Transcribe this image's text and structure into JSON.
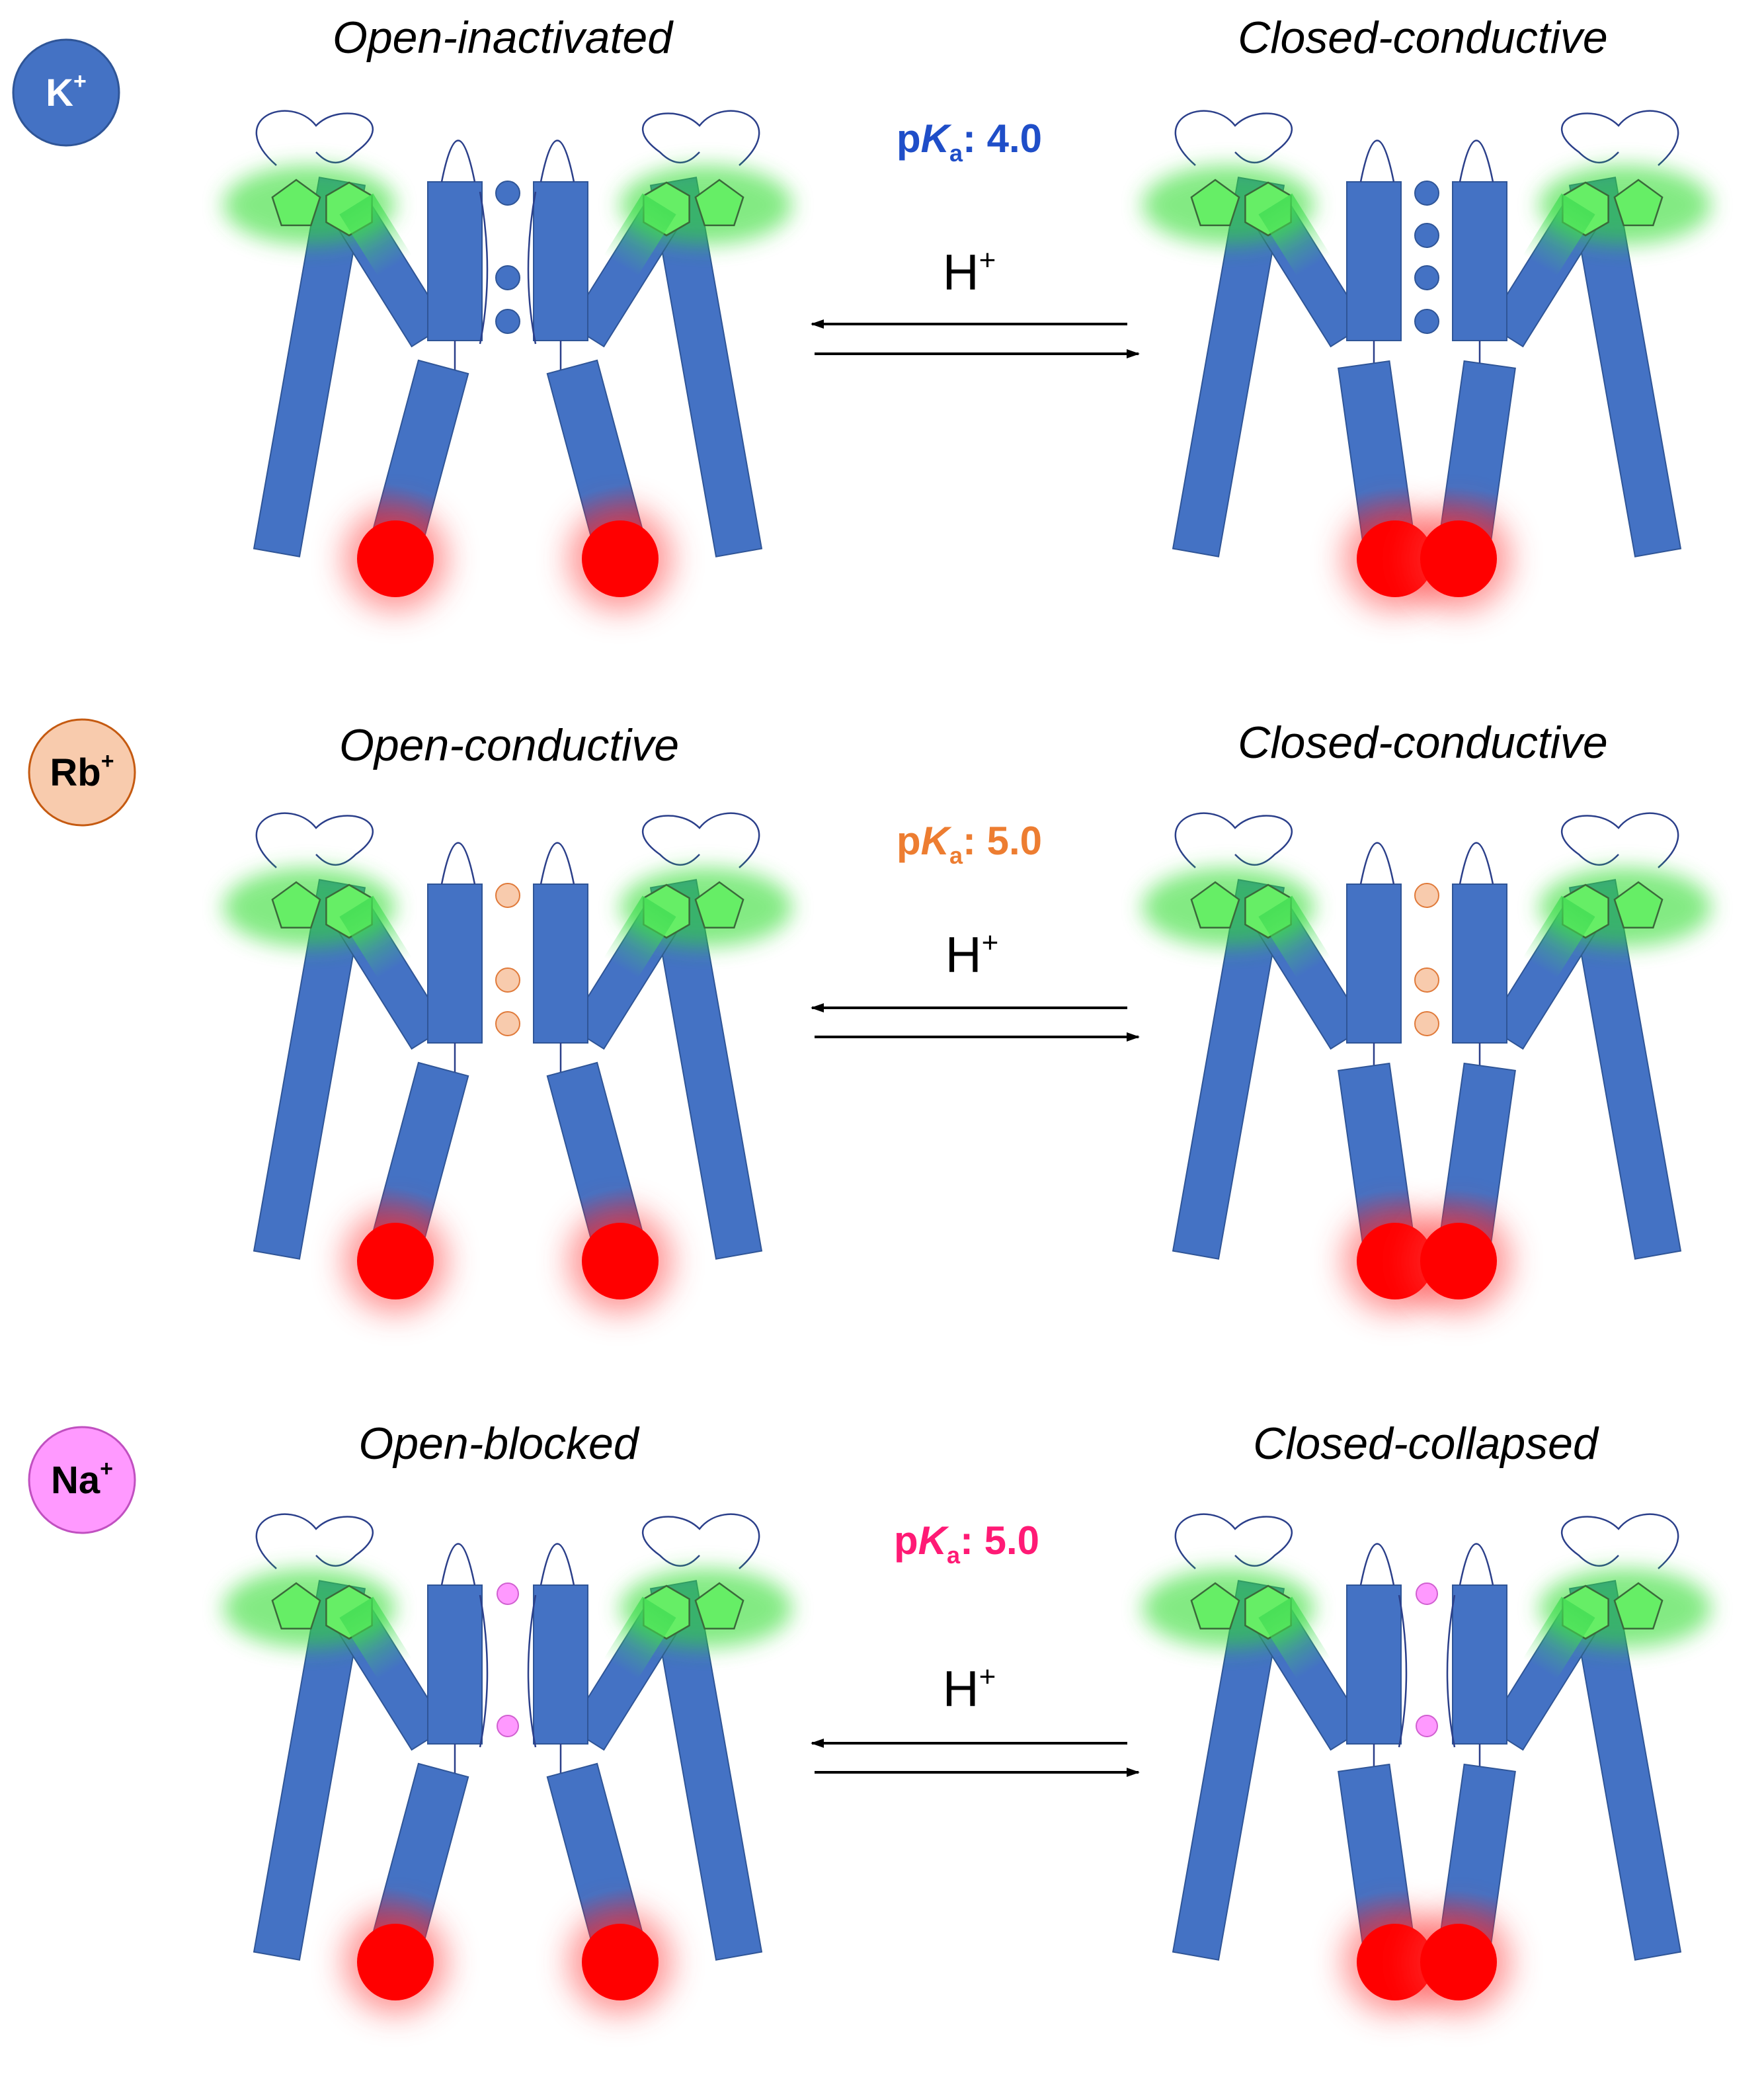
{
  "rows": [
    {
      "ion": {
        "symbol": "K",
        "charge": "+",
        "fill": "#4472c4",
        "stroke": "#2f5597",
        "text_color": "#ffffff"
      },
      "left_state": "Open-inactivated",
      "right_state": "Closed-conductive",
      "pka": {
        "prefix": "p",
        "k": "K",
        "sub": "a",
        "value": ": 4.0",
        "color": "#1f4ec8"
      },
      "proton": {
        "symbol": "H",
        "charge": "+"
      },
      "left": {
        "ion_count": 3,
        "pore_loops": true
      },
      "right": {
        "ion_count": 4,
        "pore_loops": false
      },
      "small_ion_fill": "#4472c4",
      "small_ion_stroke": "#2f5597"
    },
    {
      "ion": {
        "symbol": "Rb",
        "charge": "+",
        "fill": "#f8cbad",
        "stroke": "#c55a11",
        "text_color": "#000000"
      },
      "left_state": "Open-conductive",
      "right_state": "Closed-conductive",
      "pka": {
        "prefix": "p",
        "k": "K",
        "sub": "a",
        "value": ": 5.0",
        "color": "#ed7d31"
      },
      "proton": {
        "symbol": "H",
        "charge": "+"
      },
      "left": {
        "ion_count": 3,
        "pore_loops": false
      },
      "right": {
        "ion_count": 3,
        "pore_loops": false
      },
      "small_ion_fill": "#f8cbad",
      "small_ion_stroke": "#e07a3a"
    },
    {
      "ion": {
        "symbol": "Na",
        "charge": "+",
        "fill": "#ff99ff",
        "stroke": "#c050c0",
        "text_color": "#000000"
      },
      "left_state": "Open-blocked",
      "right_state": "Closed-collapsed",
      "pka": {
        "prefix": "p",
        "k": "K",
        "sub": "a",
        "value": ": 5.0",
        "color": "#ff1a75"
      },
      "proton": {
        "symbol": "H",
        "charge": "+"
      },
      "left": {
        "ion_count": 2,
        "pore_loops": true
      },
      "right": {
        "ion_count": 2,
        "pore_loops": true
      },
      "small_ion_fill": "#ff99ff",
      "small_ion_stroke": "#d060d0"
    }
  ],
  "colors": {
    "helix": "#4472c4",
    "helix_edge": "#2f5597",
    "ring_fill": "#66ee66",
    "ring_stroke": "#3a6a3a",
    "glow_green": "#33dd33",
    "red_dot": "#ff0000",
    "arrow": "#000000"
  }
}
